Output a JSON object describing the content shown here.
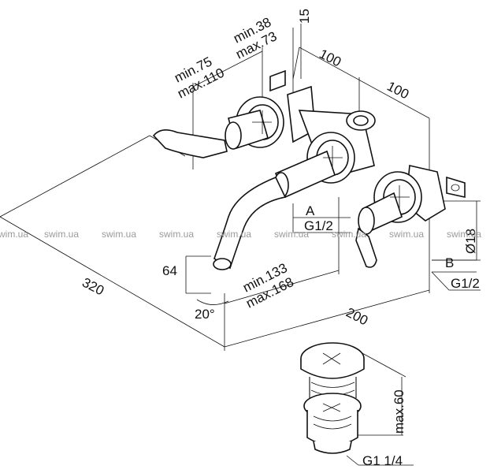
{
  "dimensions": {
    "wall_depth_min": "min.75",
    "wall_depth_max": "max.110",
    "handle_depth_min": "min.38",
    "handle_depth_max": "max.73",
    "cap_depth": "15",
    "spacing_left": "100",
    "spacing_right": "100",
    "spout_length": "320",
    "spout_height": "64",
    "spout_angle": "20°",
    "projection_min": "min.133",
    "projection_max": "max.168",
    "overall_width": "200",
    "label_a": "A",
    "thread_a": "G1/2",
    "label_b": "B",
    "thread_b": "G1/2",
    "outlet_diameter": "Ø18",
    "drain_height": "max.60",
    "drain_thread": "G1 1/4"
  },
  "watermark": [
    "swim.ua",
    "swim.ua",
    "swim.ua",
    "swim.ua",
    "swim.ua",
    "swim.ua",
    "swim.ua",
    "swim.ua",
    "swim.ua"
  ]
}
